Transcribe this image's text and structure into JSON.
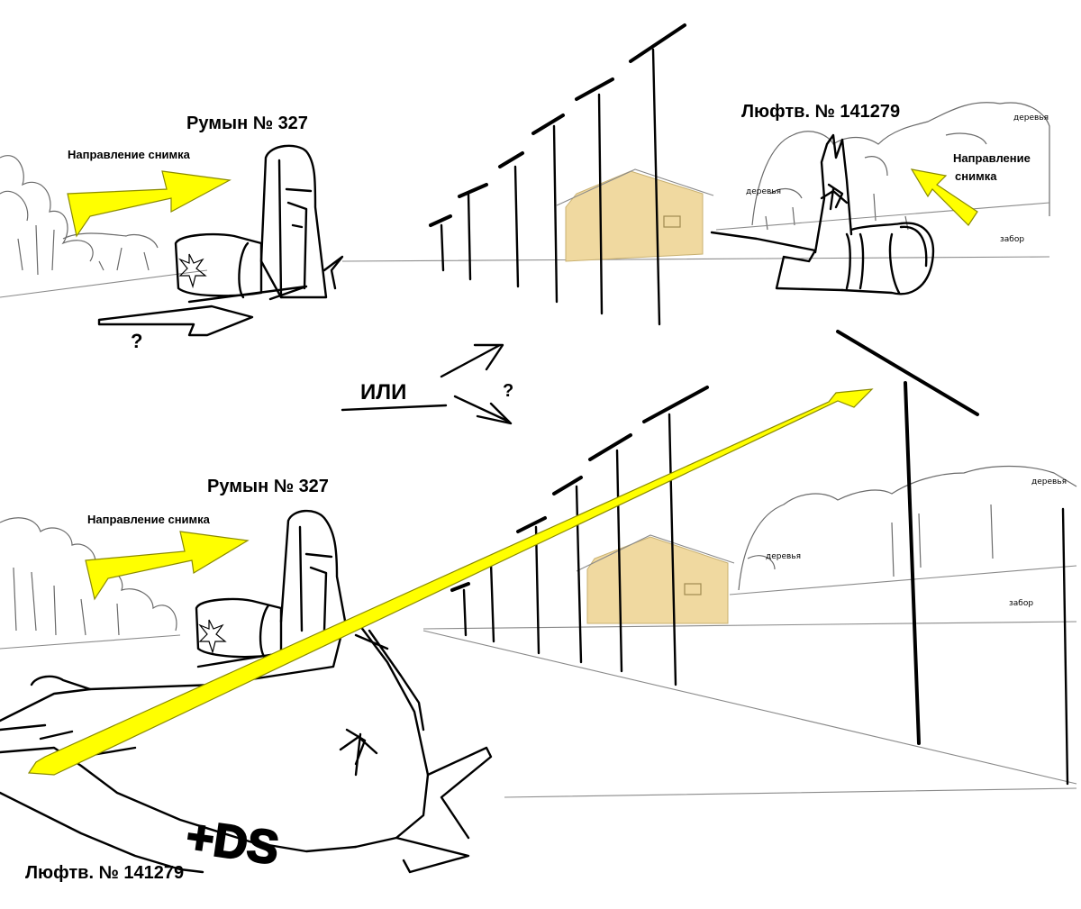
{
  "colors": {
    "arrow": "#ffff00",
    "house": "#f0d9a0",
    "ink": "#000000"
  },
  "top": {
    "left_title": "Румын № 327",
    "left_direction": "Направление снимка",
    "left_question": "?",
    "right_title": "Люфтв. № 141279",
    "right_direction_line1": "Направление",
    "right_direction_line2": "снимка",
    "trees_label_1": "деревья",
    "trees_label_2": "деревья",
    "fence_label": "забор"
  },
  "middle": {
    "or_label": "ИЛИ",
    "question": "?"
  },
  "bottom": {
    "left_title": "Румын № 327",
    "left_direction": "Направление снимка",
    "plane_title": "Люфтв. № 141279",
    "fuselage_code": "+DS",
    "trees_label_1": "деревья",
    "trees_label_2": "деревья",
    "fence_label": "забор"
  }
}
